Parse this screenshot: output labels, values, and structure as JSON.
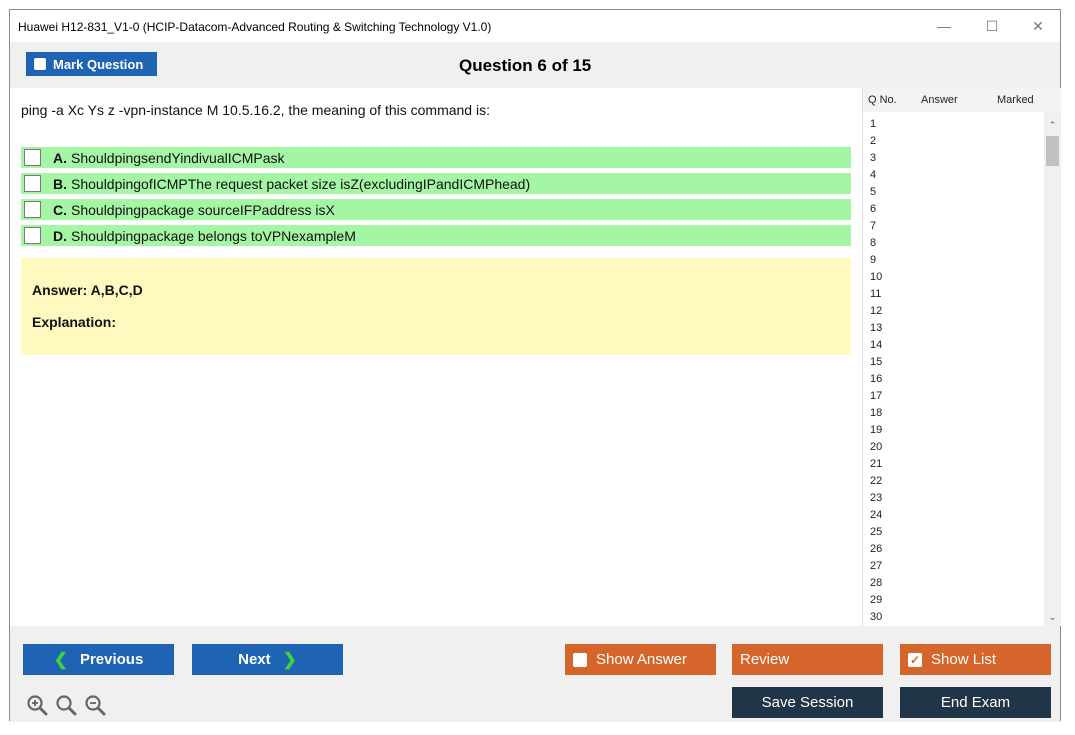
{
  "window": {
    "title": "Huawei H12-831_V1-0 (HCIP-Datacom-Advanced Routing & Switching Technology V1.0)",
    "minimize_glyph": "—",
    "maximize_glyph": "☐",
    "close_glyph": "✕"
  },
  "header": {
    "mark_label": "Mark Question",
    "question_title": "Question 6 of 15"
  },
  "question": {
    "text": "ping -a Xc Ys z -vpn-instance M 10.5.16.2, the meaning of this command is:",
    "options": [
      {
        "letter": "A.",
        "text": "ShouldpingsendYindivualICMPask"
      },
      {
        "letter": "B.",
        "text": "ShouldpingofICMPThe request packet size isZ(excludingIPandICMPhead)"
      },
      {
        "letter": "C.",
        "text": "Shouldpingpackage sourceIFPaddress isX"
      },
      {
        "letter": "D.",
        "text": "Shouldpingpackage belongs toVPNexampleM"
      }
    ]
  },
  "answer": {
    "answer_text": "Answer: A,B,C,D",
    "explanation_label": "Explanation:"
  },
  "question_list": {
    "headers": {
      "qno": "Q No.",
      "answer": "Answer",
      "marked": "Marked"
    },
    "rows": [
      "1",
      "2",
      "3",
      "4",
      "5",
      "6",
      "7",
      "8",
      "9",
      "10",
      "11",
      "12",
      "13",
      "14",
      "15",
      "16",
      "17",
      "18",
      "19",
      "20",
      "21",
      "22",
      "23",
      "24",
      "25",
      "26",
      "27",
      "28",
      "29",
      "30"
    ],
    "scroll_up": "⌃",
    "scroll_down": "⌄"
  },
  "footer": {
    "previous_label": "Previous",
    "next_label": "Next",
    "prev_chevron": "❮",
    "next_chevron": "❯",
    "show_answer_label": "Show Answer",
    "review_label": "Review",
    "show_list_label": "Show List",
    "show_list_check": "✓",
    "save_session_label": "Save Session",
    "end_exam_label": "End Exam"
  },
  "colors": {
    "primary_blue": "#1e63b4",
    "orange": "#d5652a",
    "navy": "#203548",
    "option_green": "#a4f5a4",
    "answer_yellow": "#fff9bf"
  },
  "icons": [
    "zoom-in-icon",
    "zoom-reset-icon",
    "zoom-out-icon"
  ]
}
